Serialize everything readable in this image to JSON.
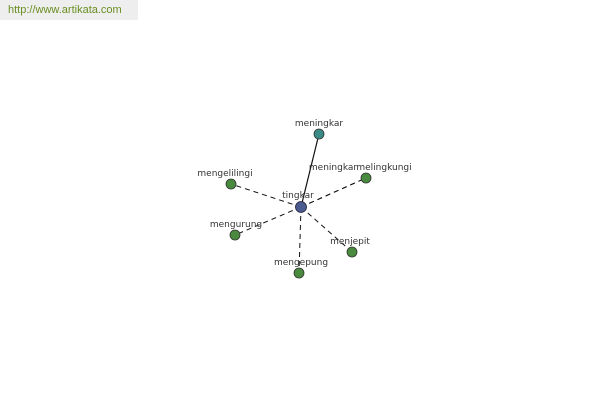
{
  "banner": {
    "url": "http://www.artikata.com"
  },
  "colors": {
    "banner_text": "#6b8e23",
    "banner_bg": "#eeeeee",
    "center_node": "#4b5a8f",
    "synonym_node": "#3a8a85",
    "related_node": "#4a8a3f",
    "edge": "#111111"
  },
  "graph": {
    "center": {
      "id": "tingkar",
      "label": "tingkar"
    },
    "nodes": [
      {
        "id": "meningkar-1",
        "label": "meningkar",
        "kind": "synonym",
        "edge": "solid"
      },
      {
        "id": "meningkar-2",
        "label": "meningkar",
        "kind": "related",
        "edge": "dashed"
      },
      {
        "id": "melingkungi",
        "label": "melingkungi",
        "kind": "related",
        "edge": "dashed"
      },
      {
        "id": "mengelilingi",
        "label": "mengelilingi",
        "kind": "related",
        "edge": "dashed"
      },
      {
        "id": "mengurung",
        "label": "mengurung",
        "kind": "related",
        "edge": "dashed"
      },
      {
        "id": "menjepit",
        "label": "menjepit",
        "kind": "related",
        "edge": "dashed"
      },
      {
        "id": "mengepung",
        "label": "mengepung",
        "kind": "related",
        "edge": "dashed"
      }
    ]
  }
}
